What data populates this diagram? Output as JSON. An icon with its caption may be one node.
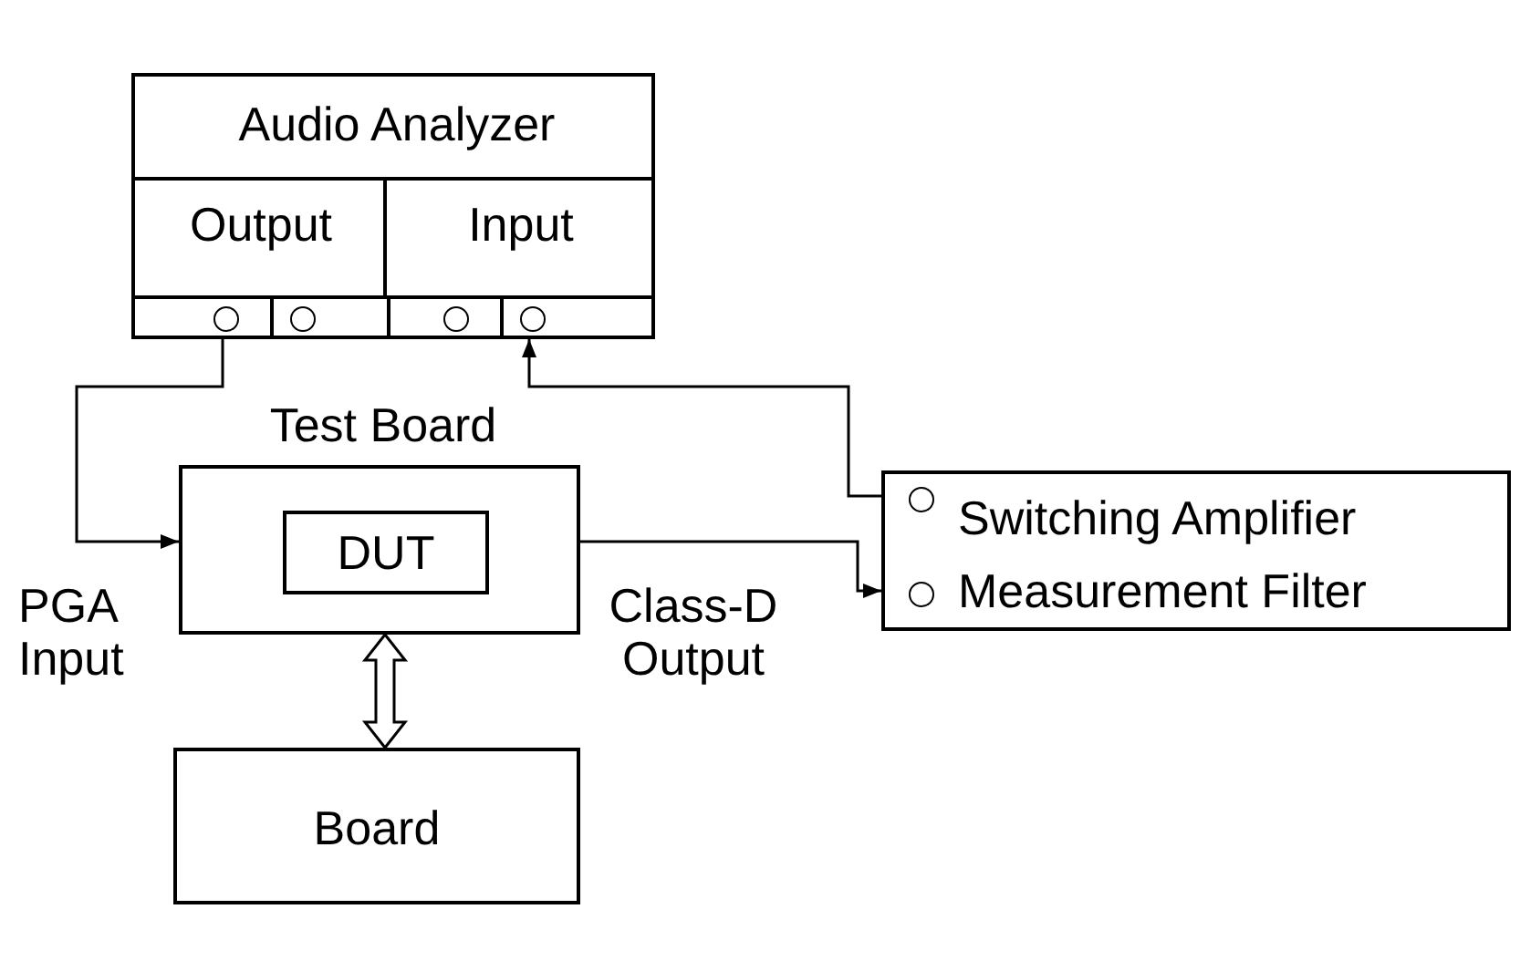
{
  "diagram": {
    "nodes": [
      {
        "text": [
          "Audio Analyzer"
        ]
      },
      {
        "text": [
          "Output"
        ],
        "in": 0
      },
      {
        "text": [
          "Input"
        ],
        "in": 0
      },
      {
        "text": [
          "Test Board"
        ]
      },
      {
        "text": [
          "DUT"
        ],
        "in": 3
      },
      {
        "text": [
          "Board"
        ]
      },
      {
        "text": [
          "Switching Amplifier",
          "Measurement Filter"
        ]
      }
    ],
    "edges": [
      {
        "from": 0,
        "to": 3,
        "arrow": "to"
      },
      {
        "from": 3,
        "to": 6,
        "arrow": "to"
      },
      {
        "from": 6,
        "to": 0,
        "arrow": "to"
      },
      {
        "from": 3,
        "to": 5,
        "arrow": "both",
        "style": "thick"
      }
    ],
    "labels": [
      "PGA Input",
      "Class-D Output"
    ]
  }
}
